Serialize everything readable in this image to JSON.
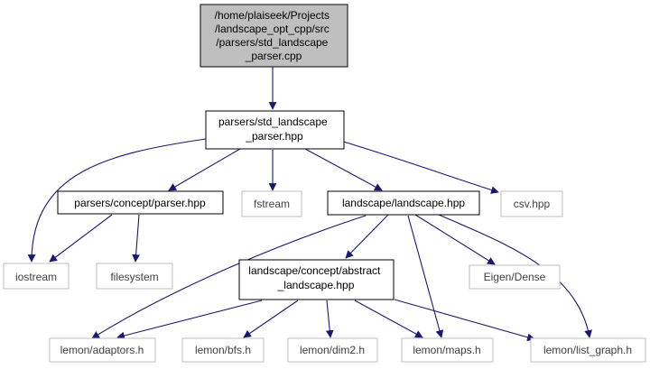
{
  "colors": {
    "edge": "#191970",
    "root_fill": "#bfbfbf",
    "box_border_strong": "#000000",
    "box_border_light": "#bfbfbf",
    "text_strong": "#000000",
    "text_light": "#404040"
  },
  "nodes": {
    "root": {
      "lines": [
        "/home/plaiseek/Projects",
        "/landscape_opt_cpp/src",
        "/parsers/std_landscape",
        "_parser.cpp"
      ]
    },
    "std_parser_hpp": {
      "lines": [
        "parsers/std_landscape",
        "_parser.hpp"
      ]
    },
    "iostream": {
      "lines": [
        "iostream"
      ]
    },
    "parser_hpp": {
      "lines": [
        "parsers/concept/parser.hpp"
      ]
    },
    "fstream": {
      "lines": [
        "fstream"
      ]
    },
    "landscape_hpp": {
      "lines": [
        "landscape/landscape.hpp"
      ]
    },
    "csv_hpp": {
      "lines": [
        "csv.hpp"
      ]
    },
    "filesystem": {
      "lines": [
        "filesystem"
      ]
    },
    "abstract_landscape_hpp": {
      "lines": [
        "landscape/concept/abstract",
        "_landscape.hpp"
      ]
    },
    "eigen_dense": {
      "lines": [
        "Eigen/Dense"
      ]
    },
    "lemon_adaptors": {
      "lines": [
        "lemon/adaptors.h"
      ]
    },
    "lemon_bfs": {
      "lines": [
        "lemon/bfs.h"
      ]
    },
    "lemon_dim2": {
      "lines": [
        "lemon/dim2.h"
      ]
    },
    "lemon_maps": {
      "lines": [
        "lemon/maps.h"
      ]
    },
    "lemon_list_graph": {
      "lines": [
        "lemon/list_graph.h"
      ]
    }
  }
}
